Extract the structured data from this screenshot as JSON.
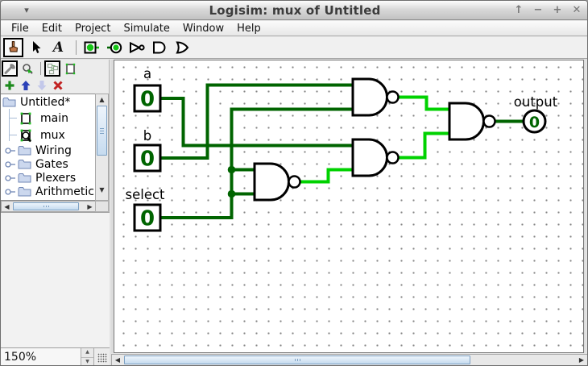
{
  "window": {
    "title": "Logisim: mux of Untitled",
    "menu_button_glyph": "▾",
    "controls": {
      "shade": "↑",
      "minimize": "−",
      "maximize": "+",
      "close": "✕"
    }
  },
  "menubar": {
    "items": [
      "File",
      "Edit",
      "Project",
      "Simulate",
      "Window",
      "Help"
    ]
  },
  "toolbar": {
    "text_tool_label": "A"
  },
  "explorer": {
    "tree": [
      {
        "label": "Untitled*",
        "type": "project"
      },
      {
        "label": "main",
        "type": "circuit"
      },
      {
        "label": "mux",
        "type": "circuit-current"
      },
      {
        "label": "Wiring",
        "type": "library"
      },
      {
        "label": "Gates",
        "type": "library"
      },
      {
        "label": "Plexers",
        "type": "library"
      },
      {
        "label": "Arithmetic",
        "type": "library"
      }
    ]
  },
  "statusbar": {
    "zoom_level": "150%"
  },
  "circuit": {
    "name": "mux",
    "pins": [
      {
        "name": "a",
        "direction": "input",
        "value": "0"
      },
      {
        "name": "b",
        "direction": "input",
        "value": "0"
      },
      {
        "name": "select",
        "direction": "input",
        "value": "0"
      },
      {
        "name": "output",
        "direction": "output",
        "value": "0"
      }
    ],
    "gates": [
      {
        "type": "NAND",
        "id": "nand-top"
      },
      {
        "type": "NAND",
        "id": "nand-middle"
      },
      {
        "type": "NAND",
        "id": "nand-select-inverter"
      },
      {
        "type": "NAND",
        "id": "nand-output"
      }
    ]
  },
  "colors": {
    "wire_low": "#006400",
    "wire_high": "#00d200"
  }
}
